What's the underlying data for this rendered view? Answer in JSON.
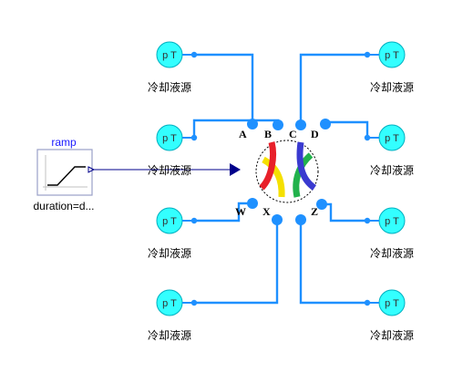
{
  "sources": [
    {
      "id": "src-tl1",
      "symbol": "p T",
      "label": "冷却液源"
    },
    {
      "id": "src-tl2",
      "symbol": "p T",
      "label": "冷却液源"
    },
    {
      "id": "src-tl3",
      "symbol": "p T",
      "label": "冷却液源"
    },
    {
      "id": "src-tl4",
      "symbol": "p T",
      "label": "冷却液源"
    },
    {
      "id": "src-tr1",
      "symbol": "p T",
      "label": "冷却液源"
    },
    {
      "id": "src-tr2",
      "symbol": "p T",
      "label": "冷却液源"
    },
    {
      "id": "src-tr3",
      "symbol": "p T",
      "label": "冷却液源"
    },
    {
      "id": "src-tr4",
      "symbol": "p T",
      "label": "冷却液源"
    }
  ],
  "ramp": {
    "title": "ramp",
    "param": "duration=d..."
  },
  "valve_ports": {
    "top": [
      "A",
      "B",
      "C",
      "D"
    ],
    "bottom": [
      "W",
      "X",
      "Z"
    ]
  },
  "colors": {
    "wire": "#1e90ff",
    "source_fill": "#33ffff",
    "source_stroke": "#00b0c0",
    "port": "#1e90ff",
    "signal": "#00008b",
    "ramp_border": "#9aa0c8",
    "ramp_line": "#000000",
    "valve_red": "#e8202a",
    "valve_yellow": "#f5e000",
    "valve_green": "#22b24c",
    "valve_blue": "#3a3ad0"
  }
}
